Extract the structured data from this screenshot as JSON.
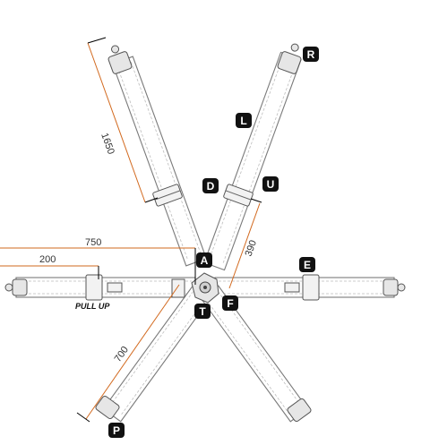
{
  "colors": {
    "dimension_line": "#d2691e",
    "dimension_line_black": "#000000",
    "badge_bg": "#111111",
    "badge_text": "#ffffff",
    "strap_outline": "#7a7a7a"
  },
  "dimensions": {
    "d1650": "1650",
    "d390": "390",
    "d750": "750",
    "d200": "200",
    "d700": "700"
  },
  "labels": {
    "R": "R",
    "L": "L",
    "D": "D",
    "U": "U",
    "A": "A",
    "E": "E",
    "T": "T",
    "F": "F",
    "P": "P"
  },
  "notes": {
    "pull_up": "PULL UP"
  }
}
